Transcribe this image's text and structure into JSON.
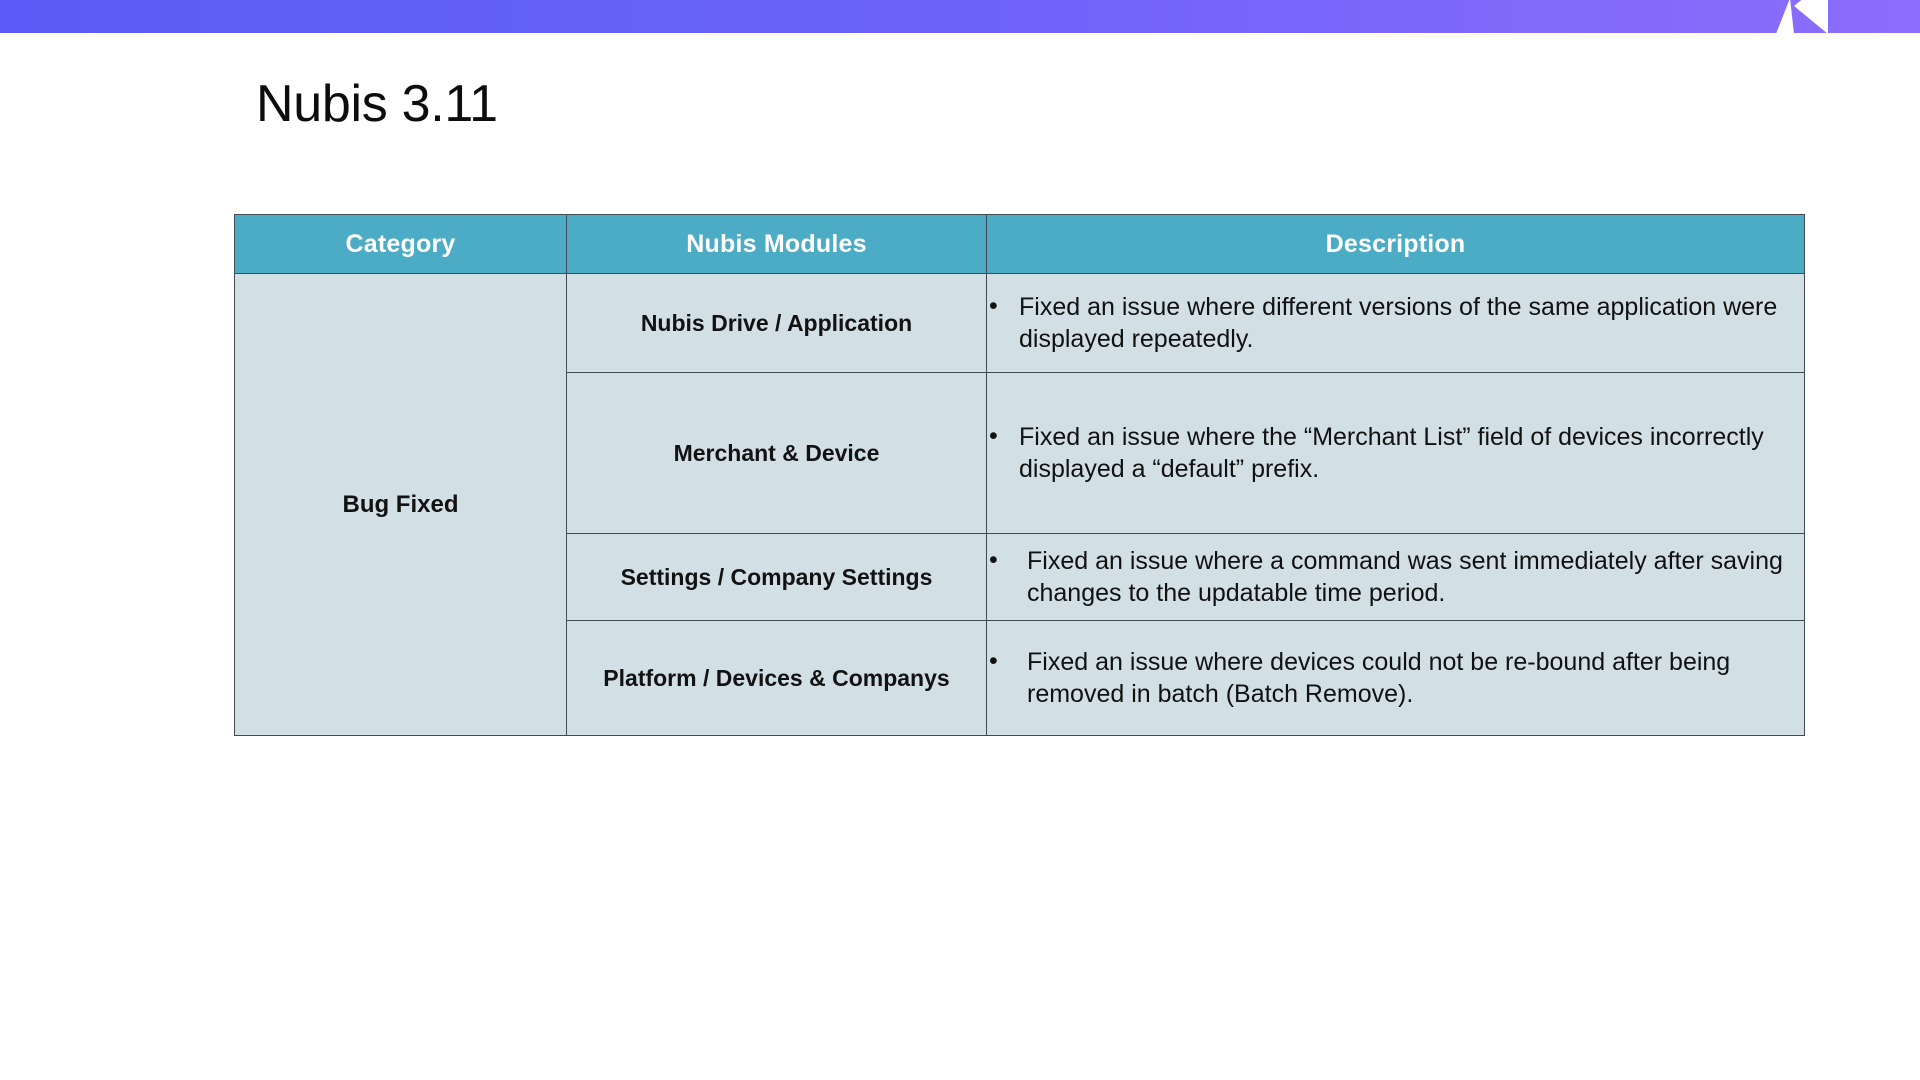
{
  "banner": {
    "gradient_from": "#5a5bf6",
    "gradient_to": "#8b6dfb",
    "logo_name": "brand-chevron-logo"
  },
  "slide": {
    "title": "Nubis 3.11"
  },
  "table": {
    "header_bg": "#4cacc6",
    "body_bg": "#d2e0e6",
    "border_color": "#404c55",
    "columns": [
      "Category",
      "Nubis Modules",
      "Description"
    ],
    "category": "Bug Fixed",
    "rows": [
      {
        "module": "Nubis Drive / Application",
        "bullets": [
          "Fixed an issue where different versions of the same application were displayed repeatedly."
        ]
      },
      {
        "module": "Merchant & Device",
        "bullets": [
          "Fixed an issue where the “Merchant List” field of devices incorrectly displayed a “default” prefix."
        ]
      },
      {
        "module": "Settings / Company Settings",
        "bullets": [
          "Fixed an issue where a command was sent immediately after saving changes to the updatable time period."
        ]
      },
      {
        "module": "Platform / Devices & Companys",
        "bullets": [
          "Fixed an issue where devices could not be re-bound after being removed in batch (Batch Remove)."
        ]
      }
    ]
  }
}
